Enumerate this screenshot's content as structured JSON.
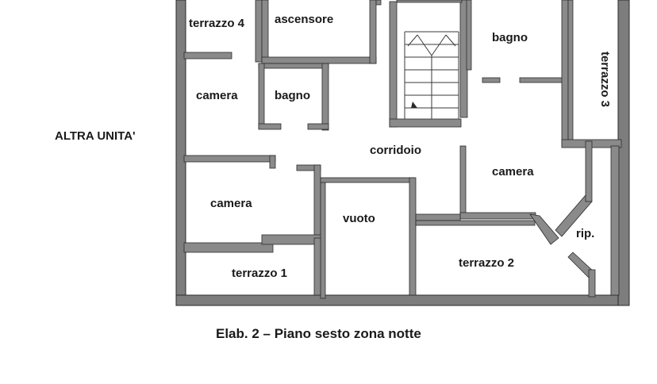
{
  "side_label": "ALTRA UNITA'",
  "caption": "Elab. 2 – Piano sesto zona notte",
  "rooms": {
    "terrazzo_4": "terrazzo 4",
    "ascensore": "ascensore",
    "bagno_top": "bagno",
    "terrazzo_3": "terrazzo 3",
    "camera_left_top": "camera",
    "bagno_small": "bagno",
    "corridoio": "corridoio",
    "camera_right": "camera",
    "camera_left_bottom": "camera",
    "vuoto": "vuoto",
    "rip": "rip.",
    "terrazzo_2": "terrazzo 2",
    "terrazzo_1": "terrazzo 1"
  },
  "colors": {
    "wall": "#7d7d7d",
    "outline": "#2a2a2a",
    "text": "#1a1a1a"
  }
}
